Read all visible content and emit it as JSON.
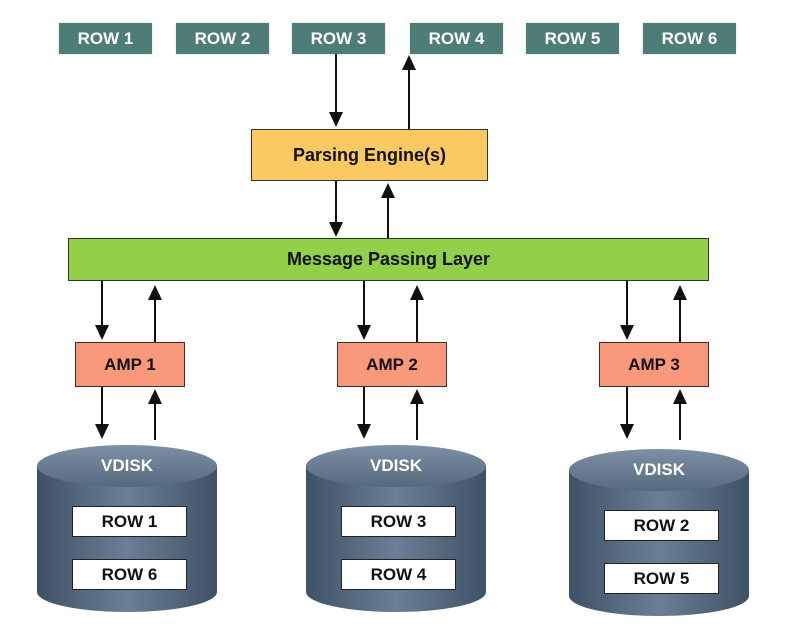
{
  "rows": [
    "ROW 1",
    "ROW 2",
    "ROW 3",
    "ROW 4",
    "ROW 5",
    "ROW 6"
  ],
  "parsing_engine": {
    "label": "Parsing Engine(s)",
    "color": "#fbc961"
  },
  "message_passing_layer": {
    "label": "Message Passing Layer",
    "color": "#92d04a"
  },
  "amps": [
    {
      "label": "AMP 1",
      "vdisk": {
        "label": "VDISK",
        "rows": [
          "ROW 1",
          "ROW 6"
        ]
      }
    },
    {
      "label": "AMP 2",
      "vdisk": {
        "label": "VDISK",
        "rows": [
          "ROW 3",
          "ROW 4"
        ]
      }
    },
    {
      "label": "AMP 3",
      "vdisk": {
        "label": "VDISK",
        "rows": [
          "ROW 2",
          "ROW 5"
        ]
      }
    }
  ],
  "colors": {
    "row_tab": "#4e7d78",
    "amp": "#f9987a",
    "vdisk": "#5b6f86"
  }
}
